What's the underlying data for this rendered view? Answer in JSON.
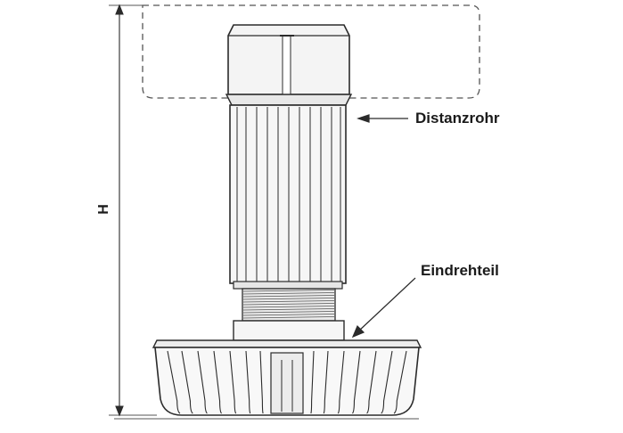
{
  "labels": {
    "spacer_tube": "Distanzrohr",
    "screw_part": "Eindrehteil",
    "height": "H"
  },
  "colors": {
    "line": "#2b2b2b",
    "fill_light": "#f2f2f2",
    "fill_mid": "#e4e4e4",
    "dashed_outline": "#555555"
  }
}
